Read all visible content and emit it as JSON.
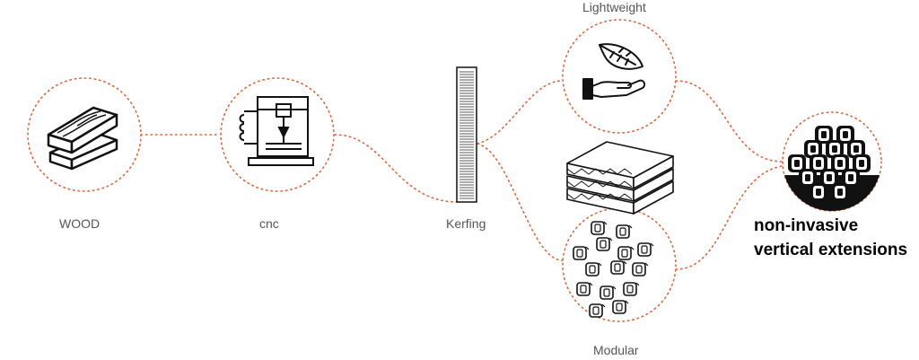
{
  "colors": {
    "connector": "#d9683f",
    "stroke": "#111111",
    "label": "#555555"
  },
  "nodes": {
    "wood": {
      "label": "WOOD",
      "icon": "wood-planks-icon"
    },
    "cnc": {
      "label": "cnc",
      "icon": "cnc-machine-icon"
    },
    "kerfing": {
      "label": "Kerfing",
      "icon": "kerfed-strip-icon"
    },
    "lightweight": {
      "label": "Lightweight",
      "icon": "feather-in-hand-icon"
    },
    "sheets": {
      "icon": "stacked-panels-icon"
    },
    "modular": {
      "label": "Modular",
      "icon": "modular-units-icon"
    },
    "result": {
      "line1": "non-invasive",
      "line2": "vertical extensions",
      "icon": "stacked-modules-icon"
    }
  }
}
